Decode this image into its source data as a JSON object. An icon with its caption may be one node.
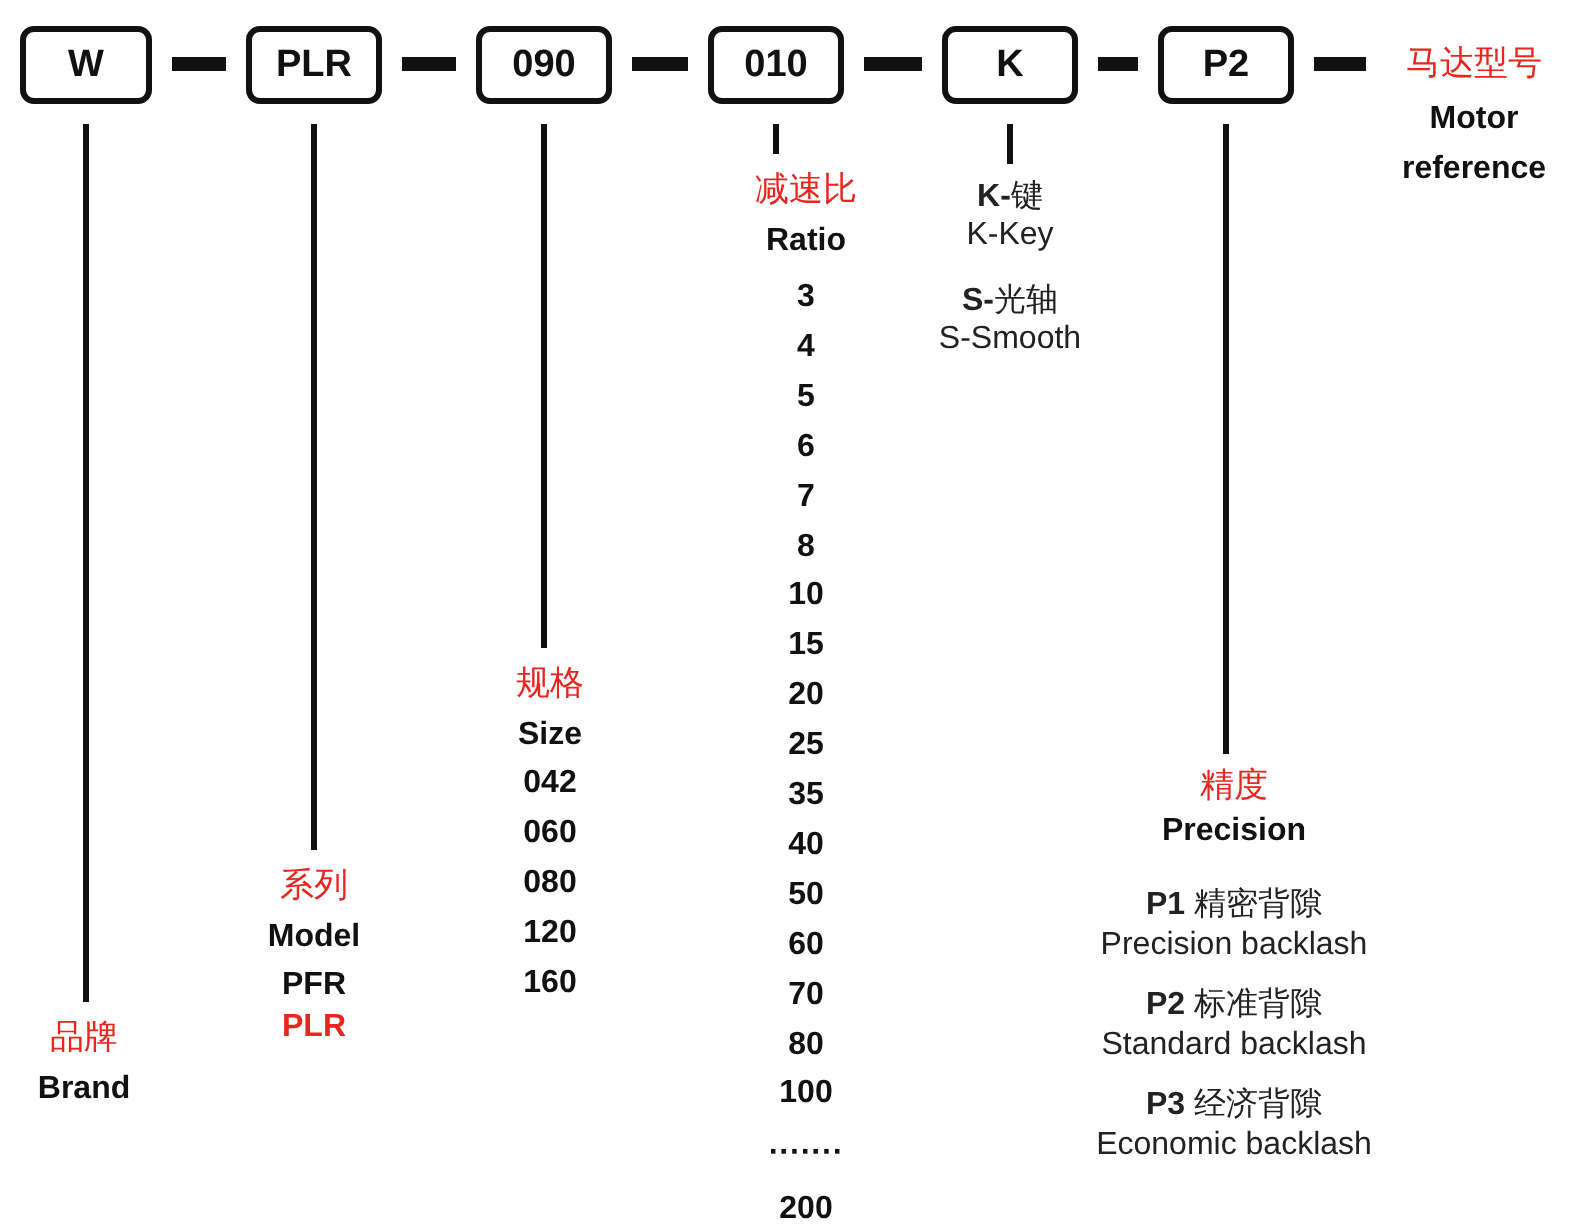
{
  "diagram": {
    "nodes": [
      {
        "text": [
          "W"
        ]
      },
      {
        "text": [
          "PLR"
        ]
      },
      {
        "text": [
          "090"
        ]
      },
      {
        "text": [
          "010"
        ]
      },
      {
        "text": [
          "K"
        ]
      },
      {
        "text": [
          "P2"
        ]
      },
      {
        "text": [
          "马达型号",
          "Motor reference"
        ]
      },
      {
        "text": [
          "品牌",
          "Brand"
        ]
      },
      {
        "text": [
          "系列",
          "Model",
          "PFR",
          "PLR"
        ]
      },
      {
        "text": [
          "规格",
          "Size",
          "042",
          "060",
          "080",
          "120",
          "160"
        ]
      },
      {
        "text": [
          "减速比",
          "Ratio",
          "3",
          "4",
          "5",
          "6",
          "7",
          "8",
          "10",
          "15",
          "20",
          "25",
          "35",
          "40",
          "50",
          "60",
          "70",
          "80",
          "100",
          "·······",
          "200"
        ]
      },
      {
        "text": [
          "**K-**键",
          "K-Key",
          "**S-**光轴",
          "S-Smooth"
        ]
      },
      {
        "text": [
          "精度",
          "Precision",
          "**P1** 精密背隙",
          "Precision backlash",
          "**P2** 标准背隙",
          "Standard backlash",
          "**P3** 经济背隙",
          "Economic backlash"
        ]
      }
    ],
    "edges": [
      {
        "from": 0,
        "to": 1,
        "arrow": "none",
        "style": "thick"
      },
      {
        "from": 1,
        "to": 2,
        "arrow": "none",
        "style": "thick"
      },
      {
        "from": 2,
        "to": 3,
        "arrow": "none",
        "style": "thick"
      },
      {
        "from": 3,
        "to": 4,
        "arrow": "none",
        "style": "thick"
      },
      {
        "from": 4,
        "to": 5,
        "arrow": "none",
        "style": "thick"
      },
      {
        "from": 5,
        "to": 6,
        "arrow": "none",
        "style": "thick"
      },
      {
        "from": 0,
        "to": 7,
        "arrow": "none"
      },
      {
        "from": 1,
        "to": 8,
        "arrow": "none"
      },
      {
        "from": 2,
        "to": 9,
        "arrow": "none"
      },
      {
        "from": 3,
        "to": 10,
        "arrow": "none"
      },
      {
        "from": 4,
        "to": 11,
        "arrow": "none"
      },
      {
        "from": 5,
        "to": 12,
        "arrow": "none"
      }
    ]
  }
}
